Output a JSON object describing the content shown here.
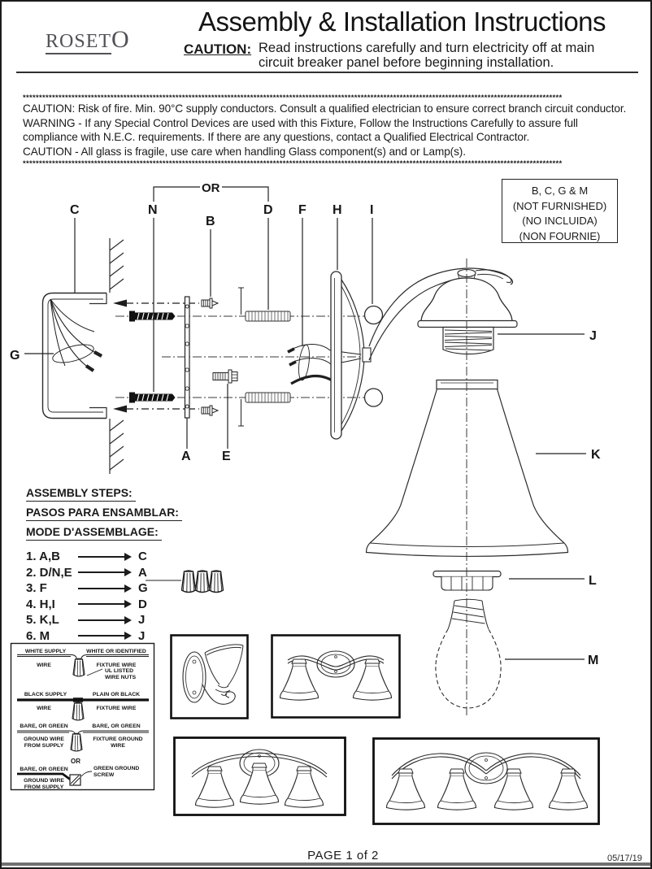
{
  "header": {
    "logo_main": "ROSET",
    "logo_o": "O",
    "title": "Assembly & Installation Instructions",
    "caution_label": "CAUTION:",
    "caution_line1": "Read instructions carefully and turn electricity off at main",
    "caution_line2": "circuit breaker panel before beginning installation."
  },
  "warning": {
    "asterisks": "**********************************************************************************************************************************************************************",
    "lines": [
      "CAUTION: Risk of fire. Min. 90°C supply conductors. Consult a qualified electrician to ensure correct branch circuit conductor.",
      "WARNING - If any Special Control Devices are used with this Fixture, Follow the Instructions Carefully to assure full",
      "compliance with N.E.C. requirements. If there are any questions, contact a Qualified Electrical Contractor.",
      "CAUTION - All glass is fragile, use care when handling Glass component(s) and or Lamp(s)."
    ]
  },
  "diagram": {
    "or_label": "OR",
    "labels": {
      "a": "A",
      "b": "B",
      "c": "C",
      "d": "D",
      "e": "E",
      "f": "F",
      "g": "G",
      "h": "H",
      "i": "I",
      "j": "J",
      "k": "K",
      "l": "L",
      "m": "M",
      "n": "N"
    },
    "not_furnished": [
      "B, C, G & M",
      "(NOT FURNISHED)",
      "(NO INCLUIDA)",
      "(NON FOURNIE)"
    ]
  },
  "steps": {
    "heading_en": "ASSEMBLY STEPS:",
    "heading_es": "PASOS PARA ENSAMBLAR:",
    "heading_fr": "MODE D'ASSEMBLAGE:",
    "items": [
      {
        "label": "1.  A,B",
        "target": "C"
      },
      {
        "label": "2.  D/N,E",
        "target": "A"
      },
      {
        "label": "3.  F",
        "target": "G"
      },
      {
        "label": "4.  H,I",
        "target": "D"
      },
      {
        "label": "5.  K,L",
        "target": "J"
      },
      {
        "label": "6.  M",
        "target": "J"
      }
    ]
  },
  "wiring": {
    "w_supply": "WHITE SUPPLY",
    "w_wire": "WIRE",
    "w_fixture_top": "WHITE OR IDENTIFIED",
    "w_fixture_bot": "FIXTURE WIRE",
    "ul1": "UL LISTED",
    "ul2": "WIRE NUTS",
    "b_supply": "BLACK SUPPLY",
    "b_wire": "WIRE",
    "b_fixture_top": "PLAIN OR BLACK",
    "b_fixture_bot": "FIXTURE WIRE",
    "g_left_top": "BARE, OR GREEN",
    "g_left_mid": "GROUND WIRE",
    "g_left_bot": "FROM SUPPLY",
    "g_right_top": "BARE, OR GREEN",
    "g_right_mid": "FIXTURE GROUND",
    "g_right_bot": "WIRE",
    "or": "OR",
    "s_left_top": "BARE, OR GREEN",
    "s_left_mid": "GROUND WIRE",
    "s_left_bot": "FROM SUPPLY",
    "screw1": "GREEN GROUND",
    "screw2": "SCREW"
  },
  "footer": {
    "page": "PAGE 1 of 2",
    "date": "05/17/19"
  }
}
